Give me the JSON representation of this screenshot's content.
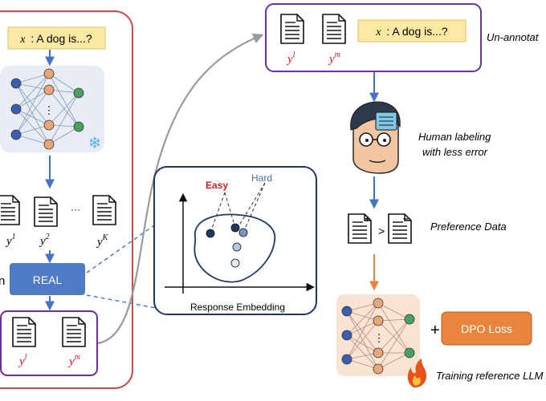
{
  "left_panel": {
    "prompt_var": "x",
    "prompt_text": ": A dog is...?",
    "samples": [
      {
        "base": "y",
        "sup": "1"
      },
      {
        "base": "y",
        "sup": "2"
      },
      {
        "base": "y",
        "sup": "K"
      }
    ],
    "ellipsis": "···",
    "real_label": "REAL",
    "side_letter": "n",
    "pair": [
      {
        "base": "y",
        "sup": "l"
      },
      {
        "base": "y",
        "sup": "m"
      }
    ]
  },
  "embedding": {
    "easy_label": "Easy",
    "hard_label": "Hard",
    "caption": "Response Embedding"
  },
  "right_panel": {
    "pair": [
      {
        "base": "y",
        "sup": "l"
      },
      {
        "base": "y",
        "sup": "m"
      }
    ],
    "prompt_var": "x",
    "prompt_text": ": A dog is...?",
    "unannotated_label": "Un-annotat",
    "human_label_line1": "Human labeling",
    "human_label_line2": "with less error",
    "preference_label": "Preference Data",
    "greater_than": ">",
    "plus": "+",
    "dpo_label": "DPO Loss",
    "training_label": "Training reference LLM"
  },
  "colors": {
    "red_border": "#cf4b4b",
    "purple_border": "#6b2fa0",
    "blue_arrow": "#4472c4",
    "orange_arrow": "#e8843c",
    "prompt_fill": "#fde9a2",
    "real_fill": "#4f7bc4",
    "dpo_fill": "#e8843c",
    "easy": "#cc2222",
    "hard": "#4a6fb0"
  }
}
